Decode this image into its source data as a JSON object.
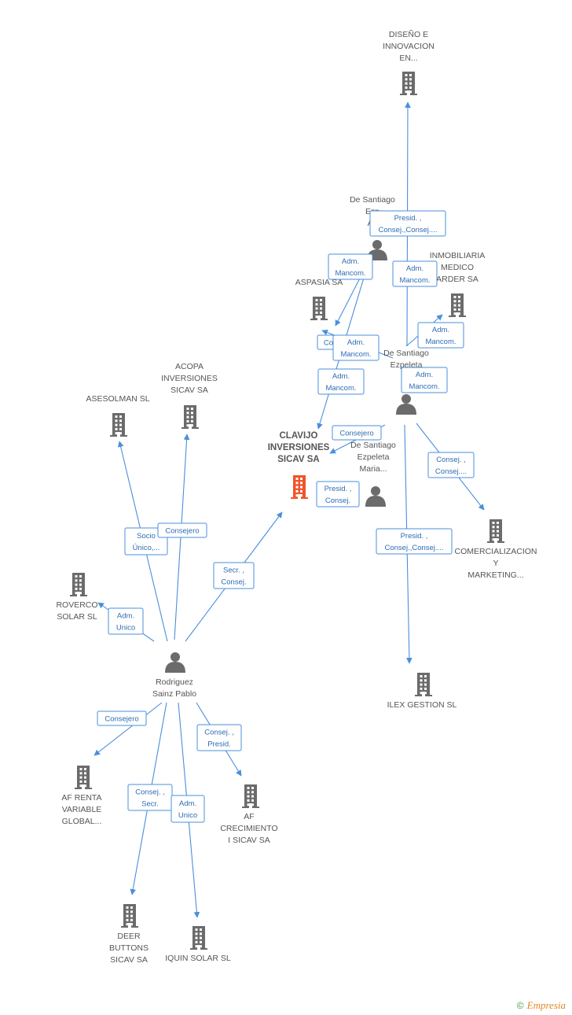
{
  "colors": {
    "edge": "#4a8fdc",
    "icon": "#6b6b6b",
    "main_icon": "#f0542a"
  },
  "nodes": [
    {
      "id": "diseno",
      "type": "company",
      "lines": [
        "DISEÑO E",
        "INNOVACION",
        "EN..."
      ]
    },
    {
      "id": "desantiago_a",
      "type": "person",
      "lines": [
        "De Santiago",
        "Ezp",
        "An"
      ]
    },
    {
      "id": "inmobiliaria",
      "type": "company",
      "lines": [
        "INMOBILIARIA",
        "MEDICO",
        "ARDER SA"
      ]
    },
    {
      "id": "aspasia",
      "type": "company",
      "lines": [
        "ASPASIA SA"
      ]
    },
    {
      "id": "desantiago_m",
      "type": "person",
      "lines": [
        "De Santiago",
        "Ezpeleta",
        "M"
      ]
    },
    {
      "id": "clavijo",
      "type": "company",
      "main": true,
      "lines": [
        "CLAVIJO",
        "INVERSIONES",
        "SICAV SA"
      ]
    },
    {
      "id": "desantiago_maria",
      "type": "person",
      "lines": [
        "De Santiago",
        "Ezpeleta",
        "Maria..."
      ]
    },
    {
      "id": "acopa",
      "type": "company",
      "lines": [
        "ACOPA",
        "INVERSIONES",
        "SICAV SA"
      ]
    },
    {
      "id": "asesolman",
      "type": "company",
      "lines": [
        "ASESOLMAN SL"
      ]
    },
    {
      "id": "roverco",
      "type": "company",
      "lines": [
        "ROVERCO",
        "SOLAR SL"
      ]
    },
    {
      "id": "comercializacion",
      "type": "company",
      "lines": [
        "COMERCIALIZACION",
        "Y",
        "MARKETING..."
      ]
    },
    {
      "id": "rodriguez",
      "type": "person",
      "lines": [
        "Rodriguez",
        "Sainz Pablo"
      ]
    },
    {
      "id": "ilex",
      "type": "company",
      "lines": [
        "ILEX GESTION SL"
      ]
    },
    {
      "id": "afrenta",
      "type": "company",
      "lines": [
        "AF RENTA",
        "VARIABLE",
        "GLOBAL..."
      ]
    },
    {
      "id": "afcrecimiento",
      "type": "company",
      "lines": [
        "AF",
        "CRECIMIENTO",
        "I SICAV SA"
      ]
    },
    {
      "id": "deer",
      "type": "company",
      "lines": [
        "DEER",
        "BUTTONS",
        "SICAV SA"
      ]
    },
    {
      "id": "iquin",
      "type": "company",
      "lines": [
        "IQUIN SOLAR SL"
      ]
    }
  ],
  "labels": [
    {
      "id": "l_presid_diseno",
      "lines": [
        "Presid. ,",
        "Consej.,Consej...."
      ]
    },
    {
      "id": "l_adm_aspasia1",
      "lines": [
        "Adm.",
        "Mancom."
      ]
    },
    {
      "id": "l_adm_inmob1",
      "lines": [
        "Adm.",
        "Mancom."
      ]
    },
    {
      "id": "l_adm_inmob2",
      "lines": [
        "Adm.",
        "Mancom."
      ]
    },
    {
      "id": "l_co_hidden",
      "lines": [
        "Co"
      ]
    },
    {
      "id": "l_adm_aspasia2",
      "lines": [
        "Adm.",
        "Mancom."
      ]
    },
    {
      "id": "l_adm_inmob3",
      "lines": [
        "Adm.",
        "Mancom."
      ]
    },
    {
      "id": "l_adm_clavijo",
      "lines": [
        "Adm.",
        "Mancom."
      ]
    },
    {
      "id": "l_consejero_clavijo",
      "lines": [
        "Consejero"
      ]
    },
    {
      "id": "l_presid_clavijo",
      "lines": [
        "Presid. ,",
        "Consej."
      ]
    },
    {
      "id": "l_consej_comer",
      "lines": [
        "Consej. ,",
        "Consej...."
      ]
    },
    {
      "id": "l_presid_ilex",
      "lines": [
        "Presid. ,",
        "Consej.,Consej...."
      ]
    },
    {
      "id": "l_socio",
      "lines": [
        "Socio",
        "Único,..."
      ]
    },
    {
      "id": "l_consejero_acopa",
      "lines": [
        "Consejero"
      ]
    },
    {
      "id": "l_secr",
      "lines": [
        "Secr. ,",
        "Consej."
      ]
    },
    {
      "id": "l_adm_roverco",
      "lines": [
        "Adm.",
        "Unico"
      ]
    },
    {
      "id": "l_consejero_afrenta",
      "lines": [
        "Consejero"
      ]
    },
    {
      "id": "l_consej_afcrec",
      "lines": [
        "Consej. ,",
        "Presid."
      ]
    },
    {
      "id": "l_consej_deer",
      "lines": [
        "Consej. ,",
        "Secr."
      ]
    },
    {
      "id": "l_adm_iquin",
      "lines": [
        "Adm.",
        "Unico"
      ]
    }
  ],
  "footer": {
    "copyright": "©",
    "brand": "Empresia"
  }
}
